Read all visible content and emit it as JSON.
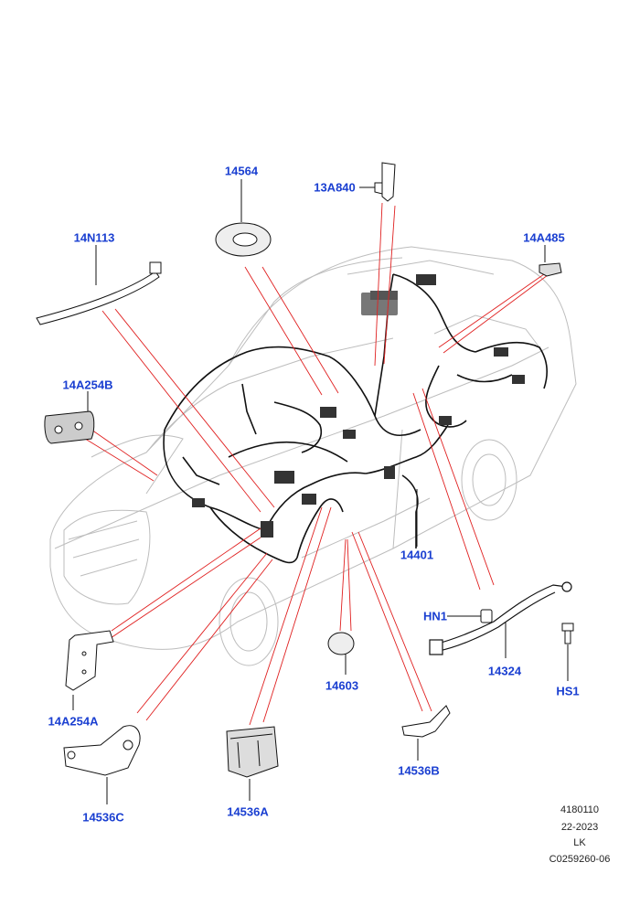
{
  "parts": [
    {
      "id": "p-14564",
      "label": "14564"
    },
    {
      "id": "p-13A840",
      "label": "13A840"
    },
    {
      "id": "p-14N113",
      "label": "14N113"
    },
    {
      "id": "p-14A485",
      "label": "14A485"
    },
    {
      "id": "p-14A254B",
      "label": "14A254B"
    },
    {
      "id": "p-14401",
      "label": "14401"
    },
    {
      "id": "p-HN1",
      "label": "HN1"
    },
    {
      "id": "p-14324",
      "label": "14324"
    },
    {
      "id": "p-HS1",
      "label": "HS1"
    },
    {
      "id": "p-14A254A",
      "label": "14A254A"
    },
    {
      "id": "p-14603",
      "label": "14603"
    },
    {
      "id": "p-14536C",
      "label": "14536C"
    },
    {
      "id": "p-14536A",
      "label": "14536A"
    },
    {
      "id": "p-14536B",
      "label": "14536B"
    }
  ],
  "footer": {
    "line1": "4180110",
    "line2": "22-2023",
    "line3": "LK",
    "line4": "C0259260-06"
  },
  "colors": {
    "label": "#1a3fd1",
    "leader_red": "#e02020",
    "ink": "#111111",
    "car_line": "#bdbdbd"
  }
}
